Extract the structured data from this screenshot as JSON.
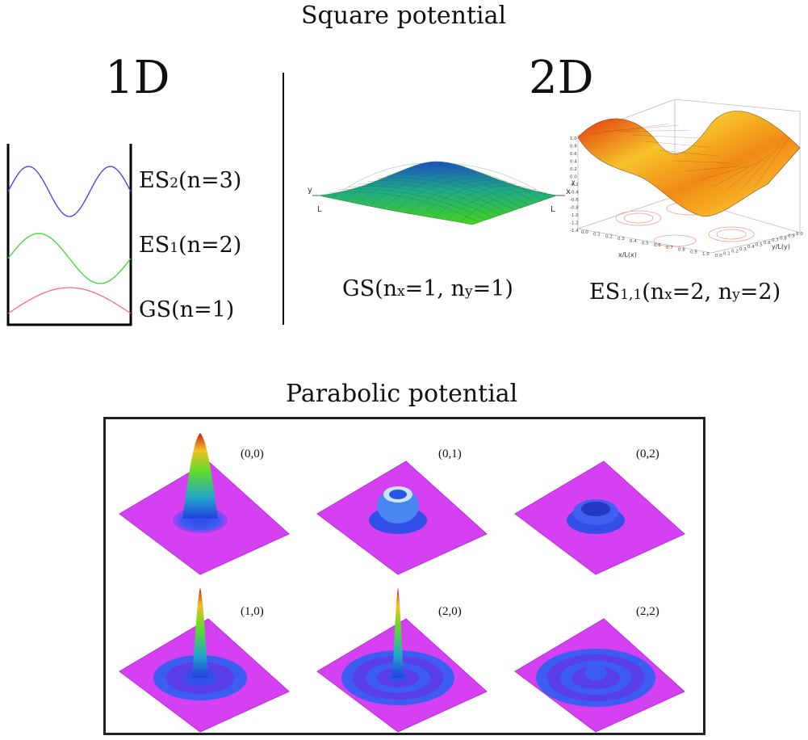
{
  "square": {
    "title": "Square potential",
    "oneD": {
      "heading": "1D",
      "states": [
        {
          "base": "ES",
          "sub": "2",
          "rest": "(n=3)",
          "color": "#3a3aff"
        },
        {
          "base": "ES",
          "sub": "1",
          "rest": "(n=2)",
          "color": "#33dd33"
        },
        {
          "base": "GS",
          "sub": "",
          "rest": "(n=1)",
          "color": "#ff6b6b"
        }
      ]
    },
    "twoD": {
      "heading": "2D",
      "gs": {
        "base": "GS(n",
        "sub1": "x",
        "mid": "=1, n",
        "sub2": "y",
        "rest": "=1)",
        "axis_y": "y",
        "axis_x": "x",
        "axis_L1": "L",
        "axis_L2": "L"
      },
      "es": {
        "base": "ES",
        "sub0": "1,1",
        "p1": "(n",
        "sub1": "x",
        "mid": "=2, n",
        "sub2": "y",
        "rest": "=2)",
        "xlabel": "x/L(x)",
        "ylabel": "y/L(y)",
        "zlabel": "χ",
        "z_ticks": [
          "1.0",
          "0.8",
          "0.6",
          "0.4",
          "0.2",
          "0.0",
          "-0.2",
          "-0.4",
          "-0.6",
          "-0.8",
          "-1.0",
          "-1.2",
          "-1.4"
        ],
        "x_ticks": [
          "0.0",
          "0.1",
          "0.2",
          "0.3",
          "0.4",
          "0.5",
          "0.6",
          "0.7",
          "0.8",
          "0.9",
          "1.0"
        ],
        "y_ticks": [
          "0.0",
          "0.1",
          "0.2",
          "0.3",
          "0.4",
          "0.5",
          "0.6",
          "0.7",
          "0.8",
          "0.9",
          "1.0"
        ]
      }
    }
  },
  "parabolic": {
    "title": "Parabolic potential",
    "panels": [
      {
        "label": "(0,0)"
      },
      {
        "label": "(0,1)"
      },
      {
        "label": "(0,2)"
      },
      {
        "label": "(1,0)"
      },
      {
        "label": "(2,0)"
      },
      {
        "label": "(2,2)"
      }
    ]
  }
}
